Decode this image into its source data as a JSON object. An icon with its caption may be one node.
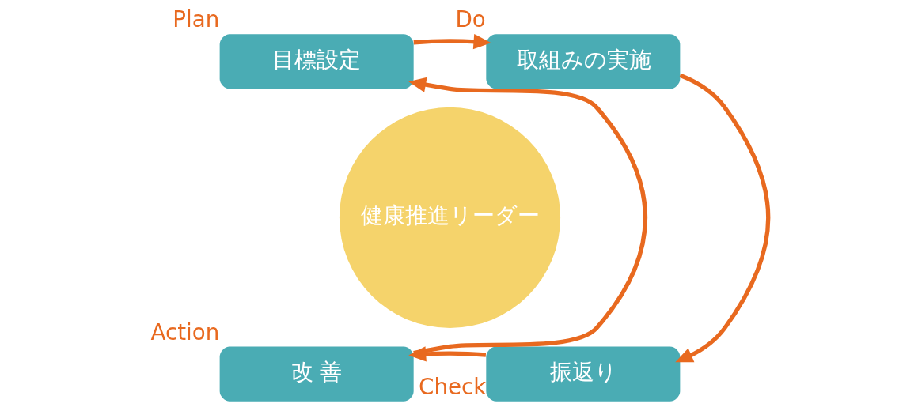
{
  "diagram": {
    "nodes": [
      {
        "text": [
          "目標設定"
        ],
        "beside": [
          "Plan"
        ]
      },
      {
        "text": [
          "取組みの実施"
        ],
        "beside": [
          "Do"
        ]
      },
      {
        "text": [
          "振返り"
        ],
        "beside": [
          "Check"
        ]
      },
      {
        "text": [
          "改 善"
        ],
        "beside": [
          "Action"
        ]
      },
      {
        "text": [
          "健康推進リーダー"
        ]
      }
    ],
    "edges": [
      {
        "from": 0,
        "to": 1,
        "arrow": "to"
      },
      {
        "from": 1,
        "to": 2,
        "arrow": "to"
      },
      {
        "from": 2,
        "to": 3,
        "arrow": "to"
      },
      {
        "from": 3,
        "to": 0,
        "arrow": "to"
      }
    ]
  }
}
